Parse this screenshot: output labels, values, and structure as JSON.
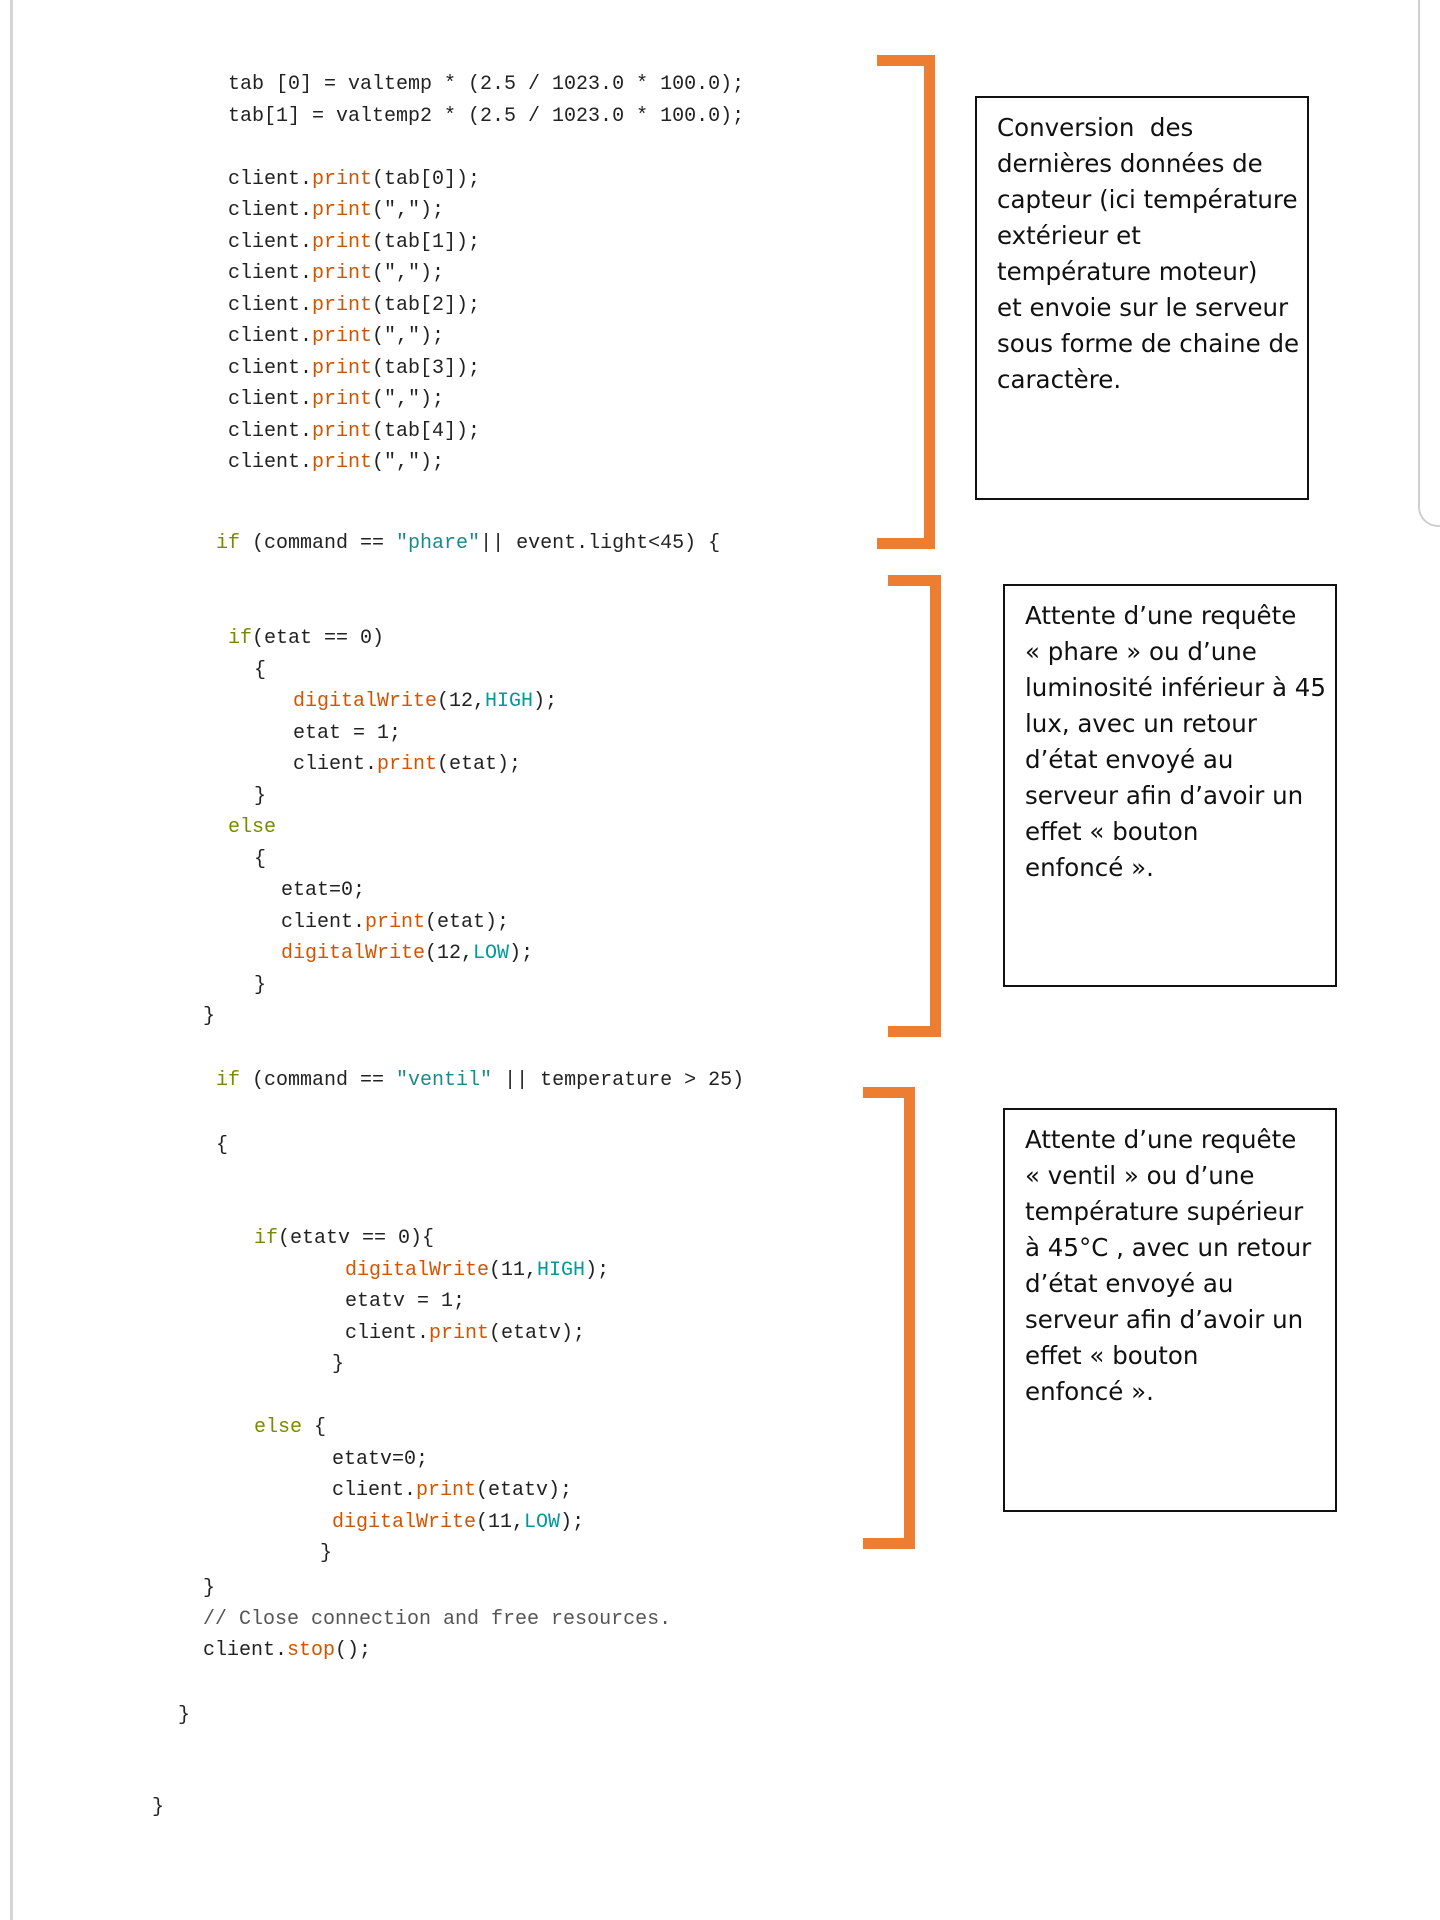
{
  "colors": {
    "text": "#222222",
    "keyword": "#7a8a00",
    "function": "#d35400",
    "string": "#1a8a8a",
    "constant": "#009a9a",
    "comment": "#555555",
    "bracket": "#ed7d31"
  },
  "code": {
    "lines": [
      {
        "id": "l01",
        "segments": [
          {
            "t": "tab [0] = valtemp * (2.5 / 1023.0 * 100.0);",
            "k": "text"
          }
        ]
      },
      {
        "id": "l02",
        "segments": [
          {
            "t": "tab[1] = valtemp2 * (2.5 / 1023.0 * 100.0);",
            "k": "text"
          }
        ]
      },
      {
        "id": "l03",
        "segments": [
          {
            "t": "client.",
            "k": "text"
          },
          {
            "t": "print",
            "k": "function"
          },
          {
            "t": "(tab[0]);",
            "k": "text"
          }
        ]
      },
      {
        "id": "l04",
        "segments": [
          {
            "t": "client.",
            "k": "text"
          },
          {
            "t": "print",
            "k": "function"
          },
          {
            "t": "(\",\");",
            "k": "text"
          }
        ]
      },
      {
        "id": "l05",
        "segments": [
          {
            "t": "client.",
            "k": "text"
          },
          {
            "t": "print",
            "k": "function"
          },
          {
            "t": "(tab[1]);",
            "k": "text"
          }
        ]
      },
      {
        "id": "l06",
        "segments": [
          {
            "t": "client.",
            "k": "text"
          },
          {
            "t": "print",
            "k": "function"
          },
          {
            "t": "(\",\");",
            "k": "text"
          }
        ]
      },
      {
        "id": "l07",
        "segments": [
          {
            "t": "client.",
            "k": "text"
          },
          {
            "t": "print",
            "k": "function"
          },
          {
            "t": "(tab[2]);",
            "k": "text"
          }
        ]
      },
      {
        "id": "l08",
        "segments": [
          {
            "t": "client.",
            "k": "text"
          },
          {
            "t": "print",
            "k": "function"
          },
          {
            "t": "(\",\");",
            "k": "text"
          }
        ]
      },
      {
        "id": "l09",
        "segments": [
          {
            "t": "client.",
            "k": "text"
          },
          {
            "t": "print",
            "k": "function"
          },
          {
            "t": "(tab[3]);",
            "k": "text"
          }
        ]
      },
      {
        "id": "l10",
        "segments": [
          {
            "t": "client.",
            "k": "text"
          },
          {
            "t": "print",
            "k": "function"
          },
          {
            "t": "(\",\");",
            "k": "text"
          }
        ]
      },
      {
        "id": "l11",
        "segments": [
          {
            "t": "client.",
            "k": "text"
          },
          {
            "t": "print",
            "k": "function"
          },
          {
            "t": "(tab[4]);",
            "k": "text"
          }
        ]
      },
      {
        "id": "l12",
        "segments": [
          {
            "t": "client.",
            "k": "text"
          },
          {
            "t": "print",
            "k": "function"
          },
          {
            "t": "(\",\");",
            "k": "text"
          }
        ]
      },
      {
        "id": "l13",
        "segments": [
          {
            "t": "if",
            "k": "keyword"
          },
          {
            "t": " (command == ",
            "k": "text"
          },
          {
            "t": "\"phare\"",
            "k": "string"
          },
          {
            "t": "|| event.light<45) {",
            "k": "text"
          }
        ]
      },
      {
        "id": "l14",
        "segments": [
          {
            "t": "if",
            "k": "keyword"
          },
          {
            "t": "(etat == 0)",
            "k": "text"
          }
        ]
      },
      {
        "id": "l15",
        "segments": [
          {
            "t": "{",
            "k": "text"
          }
        ]
      },
      {
        "id": "l16",
        "segments": [
          {
            "t": "digitalWrite",
            "k": "function"
          },
          {
            "t": "(12,",
            "k": "text"
          },
          {
            "t": "HIGH",
            "k": "constant"
          },
          {
            "t": ");",
            "k": "text"
          }
        ]
      },
      {
        "id": "l17",
        "segments": [
          {
            "t": "etat = 1;",
            "k": "text"
          }
        ]
      },
      {
        "id": "l18",
        "segments": [
          {
            "t": "client.",
            "k": "text"
          },
          {
            "t": "print",
            "k": "function"
          },
          {
            "t": "(etat);",
            "k": "text"
          }
        ]
      },
      {
        "id": "l19",
        "segments": [
          {
            "t": "}",
            "k": "text"
          }
        ]
      },
      {
        "id": "l20",
        "segments": [
          {
            "t": "else",
            "k": "keyword"
          }
        ]
      },
      {
        "id": "l21",
        "segments": [
          {
            "t": "{",
            "k": "text"
          }
        ]
      },
      {
        "id": "l22",
        "segments": [
          {
            "t": "etat=0;",
            "k": "text"
          }
        ]
      },
      {
        "id": "l23",
        "segments": [
          {
            "t": "client.",
            "k": "text"
          },
          {
            "t": "print",
            "k": "function"
          },
          {
            "t": "(etat);",
            "k": "text"
          }
        ]
      },
      {
        "id": "l24",
        "segments": [
          {
            "t": "digitalWrite",
            "k": "function"
          },
          {
            "t": "(12,",
            "k": "text"
          },
          {
            "t": "LOW",
            "k": "constant"
          },
          {
            "t": ");",
            "k": "text"
          }
        ]
      },
      {
        "id": "l25",
        "segments": [
          {
            "t": "}",
            "k": "text"
          }
        ]
      },
      {
        "id": "l26",
        "segments": [
          {
            "t": "}",
            "k": "text"
          }
        ]
      },
      {
        "id": "l27",
        "segments": [
          {
            "t": "if",
            "k": "keyword"
          },
          {
            "t": " (command == ",
            "k": "text"
          },
          {
            "t": "\"ventil\"",
            "k": "string"
          },
          {
            "t": " || temperature > 25)",
            "k": "text"
          }
        ]
      },
      {
        "id": "l28",
        "segments": [
          {
            "t": "{",
            "k": "text"
          }
        ]
      },
      {
        "id": "l29",
        "segments": [
          {
            "t": "if",
            "k": "keyword"
          },
          {
            "t": "(etatv == 0){",
            "k": "text"
          }
        ]
      },
      {
        "id": "l30",
        "segments": [
          {
            "t": "digitalWrite",
            "k": "function"
          },
          {
            "t": "(11,",
            "k": "text"
          },
          {
            "t": "HIGH",
            "k": "constant"
          },
          {
            "t": ");",
            "k": "text"
          }
        ]
      },
      {
        "id": "l31",
        "segments": [
          {
            "t": "etatv = 1;",
            "k": "text"
          }
        ]
      },
      {
        "id": "l32",
        "segments": [
          {
            "t": "client.",
            "k": "text"
          },
          {
            "t": "print",
            "k": "function"
          },
          {
            "t": "(etatv);",
            "k": "text"
          }
        ]
      },
      {
        "id": "l33",
        "segments": [
          {
            "t": "}",
            "k": "text"
          }
        ]
      },
      {
        "id": "l34",
        "segments": [
          {
            "t": "else",
            "k": "keyword"
          },
          {
            "t": " {",
            "k": "text"
          }
        ]
      },
      {
        "id": "l35",
        "segments": [
          {
            "t": "etatv=0;",
            "k": "text"
          }
        ]
      },
      {
        "id": "l36",
        "segments": [
          {
            "t": "client.",
            "k": "text"
          },
          {
            "t": "print",
            "k": "function"
          },
          {
            "t": "(etatv);",
            "k": "text"
          }
        ]
      },
      {
        "id": "l37",
        "segments": [
          {
            "t": "digitalWrite",
            "k": "function"
          },
          {
            "t": "(11,",
            "k": "text"
          },
          {
            "t": "LOW",
            "k": "constant"
          },
          {
            "t": ");",
            "k": "text"
          }
        ]
      },
      {
        "id": "l38",
        "segments": [
          {
            "t": "}",
            "k": "text"
          }
        ]
      },
      {
        "id": "l39",
        "segments": [
          {
            "t": "}",
            "k": "text"
          }
        ]
      },
      {
        "id": "l40",
        "segments": [
          {
            "t": "// Close connection and free resources.",
            "k": "comment"
          }
        ]
      },
      {
        "id": "l41",
        "segments": [
          {
            "t": "client.",
            "k": "text"
          },
          {
            "t": "stop",
            "k": "function"
          },
          {
            "t": "();",
            "k": "text"
          }
        ]
      },
      {
        "id": "l42",
        "segments": [
          {
            "t": "}",
            "k": "text"
          }
        ]
      },
      {
        "id": "l43",
        "segments": [
          {
            "t": "}",
            "k": "text"
          }
        ]
      }
    ]
  },
  "annotations": {
    "conversion": [
      "Conversion  des",
      "dernières données de",
      "capteur (ici température",
      "extérieur et",
      "température moteur)",
      "et envoie sur le serveur",
      "sous forme de chaine de",
      "caractère."
    ],
    "phare": [
      "Attente d’une requête",
      "« phare » ou d’une",
      "luminosité inférieur à 45",
      "lux, avec un retour",
      "d’état envoyé au",
      "serveur afin d’avoir un",
      "effet « bouton",
      "enfoncé »."
    ],
    "ventil": [
      "Attente d’une requête",
      "« ventil » ou d’une",
      "température supérieur",
      "à 45°C , avec un retour",
      "d’état envoyé au",
      "serveur afin d’avoir un",
      "effet « bouton",
      "enfoncé »."
    ]
  }
}
